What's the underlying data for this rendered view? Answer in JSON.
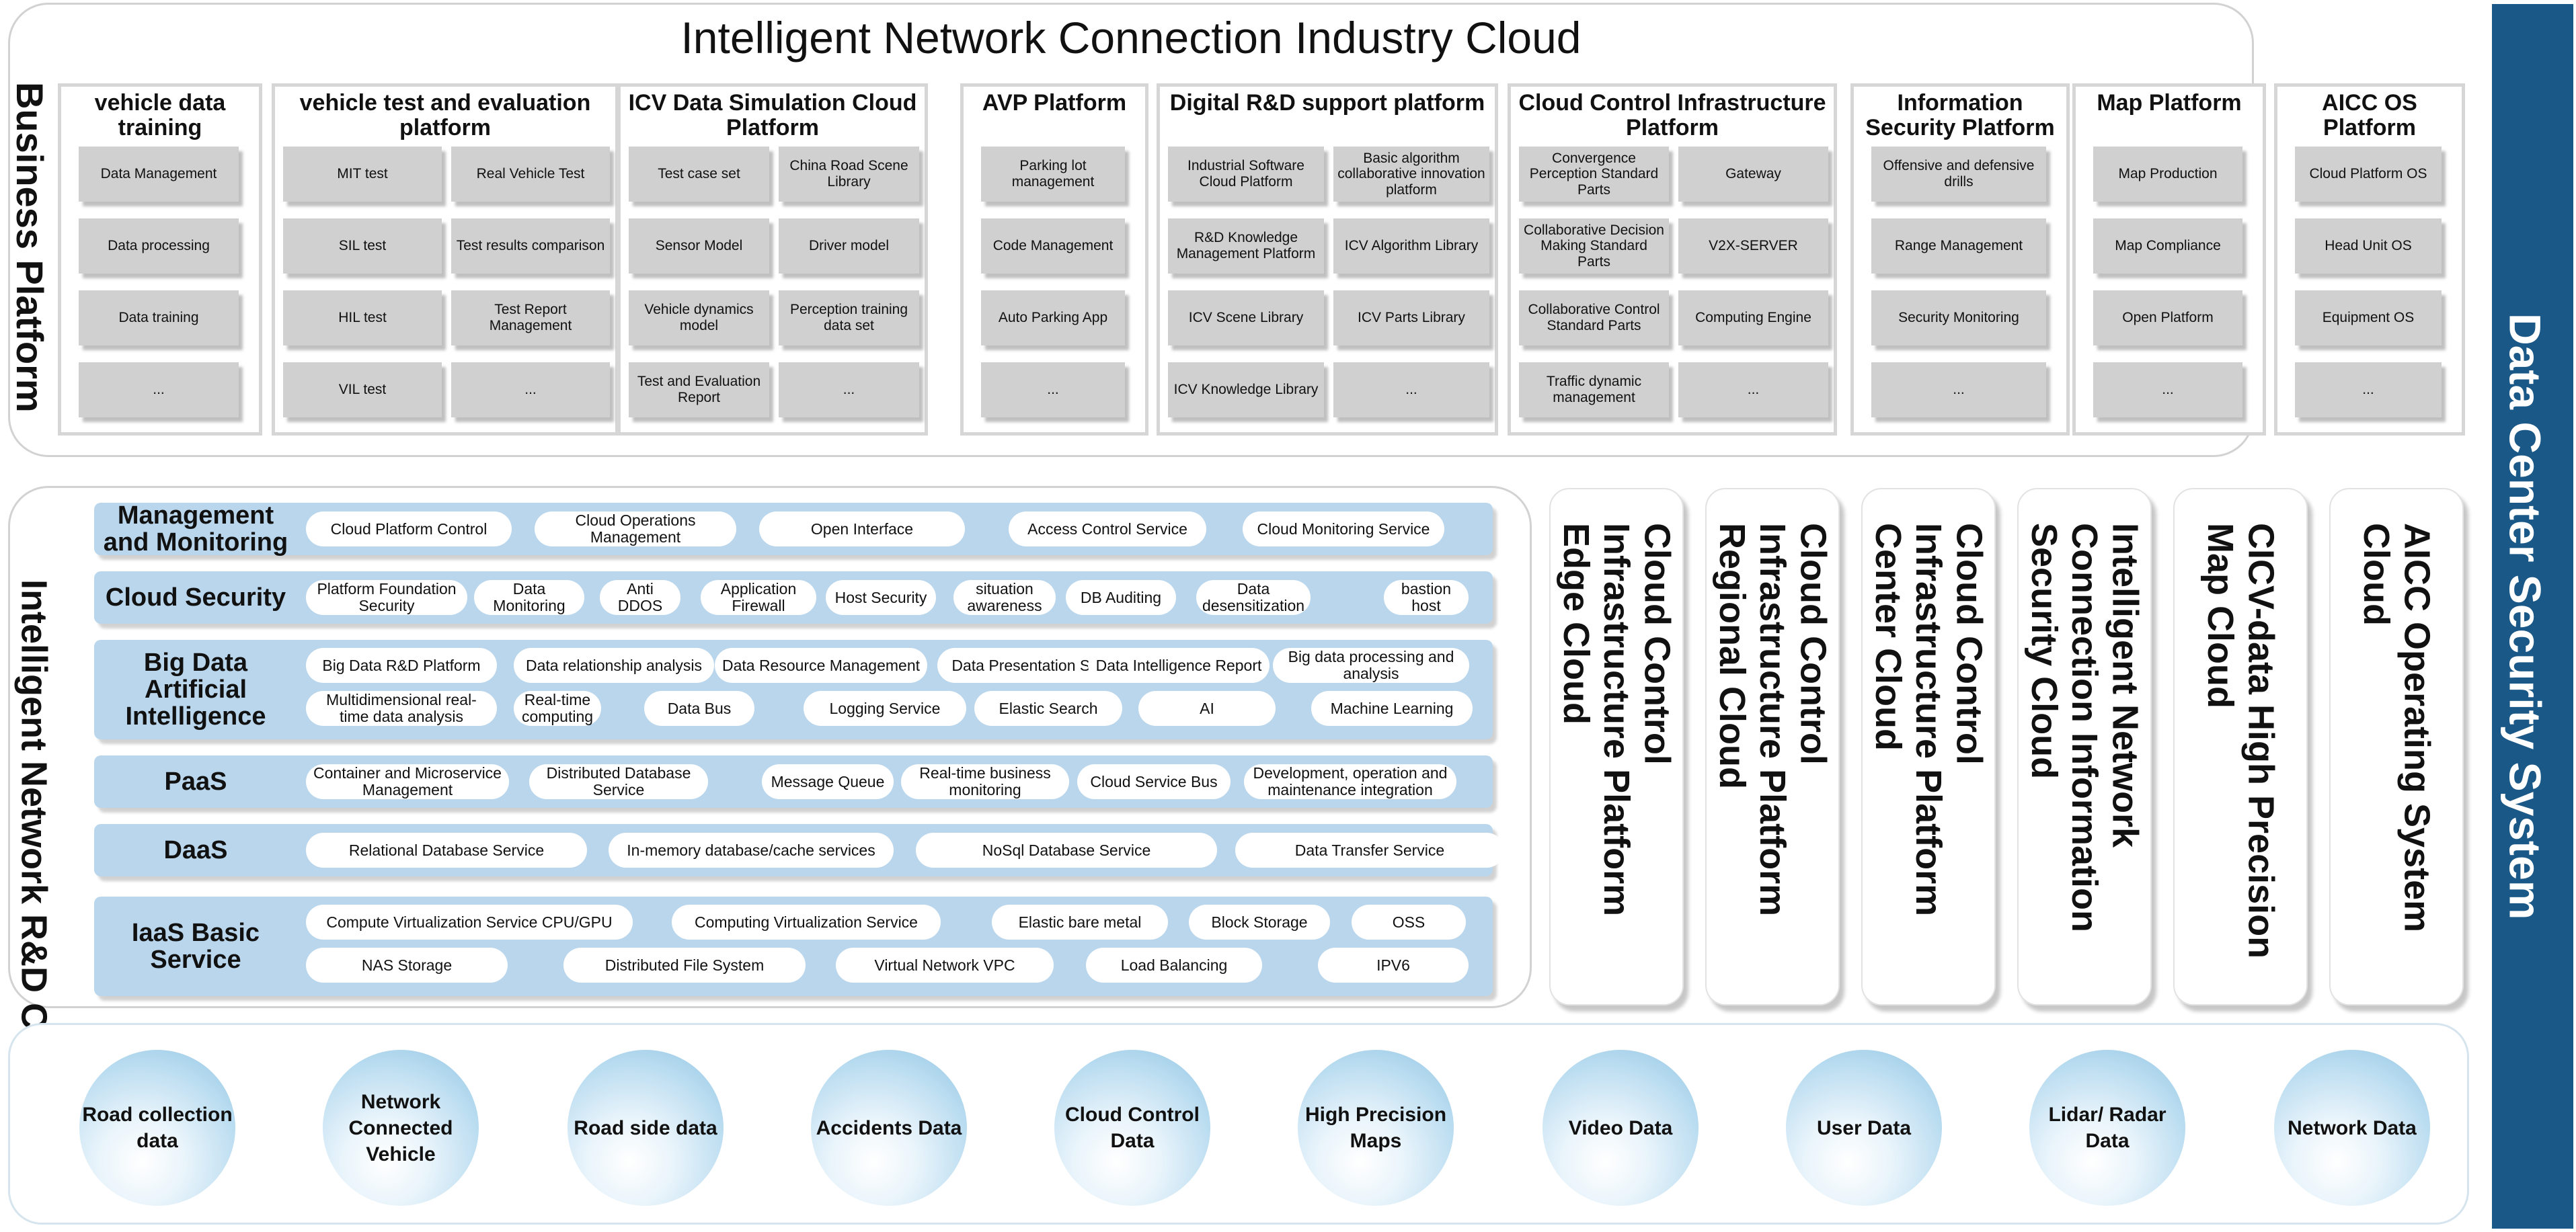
{
  "business_platform": {
    "title": "Intelligent Network Connection Industry Cloud",
    "side_label": "Business Platform",
    "columns": [
      {
        "title": "vehicle data training",
        "items": [
          "Data Management",
          "Data processing",
          "Data training",
          "..."
        ]
      },
      {
        "title": "vehicle test and evaluation platform",
        "items": [
          "MIT test",
          "Real Vehicle Test",
          "SIL test",
          "Test results comparison",
          "HIL test",
          "Test Report Management",
          "VIL test",
          "..."
        ]
      },
      {
        "title": "ICV Data Simulation Cloud Platform",
        "items": [
          "Test case set",
          "China Road Scene Library",
          "Sensor Model",
          "Driver model",
          "Vehicle dynamics model",
          "Perception training data set",
          "Test and Evaluation Report",
          "..."
        ]
      },
      {
        "title": "AVP Platform",
        "items": [
          "Parking lot management",
          "Code Management",
          "Auto Parking App",
          "..."
        ]
      },
      {
        "title": "Digital R&D support platform",
        "items": [
          "Industrial Software Cloud Platform",
          "Basic algorithm collaborative innovation platform",
          "R&D Knowledge Management Platform",
          "ICV Algorithm Library",
          "ICV Scene Library",
          "ICV Parts Library",
          "ICV Knowledge Library",
          "..."
        ]
      },
      {
        "title": "Cloud Control Infrastructure Platform",
        "items": [
          "Convergence Perception Standard Parts",
          "Gateway",
          "Collaborative Decision Making Standard Parts",
          "V2X-SERVER",
          "Collaborative Control Standard Parts",
          "Computing Engine",
          "Traffic dynamic management",
          "..."
        ]
      },
      {
        "title": "Information Security Platform",
        "items": [
          "Offensive and defensive drills",
          "Range Management",
          "Security Monitoring",
          "..."
        ]
      },
      {
        "title": "Map Platform",
        "items": [
          "Map Production",
          "Map Compliance",
          "Open Platform",
          "..."
        ]
      },
      {
        "title": "AICC OS Platform",
        "items": [
          "Cloud Platform OS",
          "Head Unit OS",
          "Equipment OS",
          "..."
        ]
      }
    ]
  },
  "rd_cloud": {
    "side_label": "Intelligent Network R&D Cloud",
    "bands": [
      {
        "label": "Management and Monitoring",
        "items": [
          "Cloud Platform Control",
          "Cloud Operations Management",
          "Open Interface",
          "Access Control Service",
          "Cloud Monitoring Service"
        ]
      },
      {
        "label": "Cloud Security",
        "items": [
          "Platform Foundation Security",
          "Data Monitoring",
          "Anti DDOS",
          "Application Firewall",
          "Host Security",
          "situation awareness",
          "DB Auditing",
          "Data desensitization",
          "bastion host"
        ]
      },
      {
        "label": "Big Data Artificial Intelligence",
        "items": [
          "Big Data R&D Platform",
          "Data relationship analysis",
          "Data Resource Management",
          "Data Presentation Service",
          "Data Intelligence Report",
          "Big data processing and analysis",
          "Multidimensional real-time data analysis",
          "Real-time computing",
          "Data Bus",
          "Logging Service",
          "Elastic Search",
          "AI",
          "Machine Learning"
        ]
      },
      {
        "label": "PaaS",
        "items": [
          "Container and Microservice Management",
          "Distributed Database Service",
          "Message Queue",
          "Real-time business monitoring",
          "Cloud Service Bus",
          "Development, operation and maintenance integration"
        ]
      },
      {
        "label": "DaaS",
        "items": [
          "Relational Database Service",
          "In-memory database/cache services",
          "NoSql Database Service",
          "Data Transfer Service"
        ]
      },
      {
        "label": "IaaS Basic Service",
        "items": [
          "Compute Virtualization Service CPU/GPU",
          "Computing Virtualization Service",
          "Elastic bare metal",
          "Block Storage",
          "OSS",
          "NAS Storage",
          "Distributed File System",
          "Virtual Network VPC",
          "Load Balancing",
          "IPV6"
        ]
      }
    ]
  },
  "clouds": [
    "Cloud Control Infrastructure Platform Edge Cloud",
    "Cloud Control Infrastructure Platform Regional Cloud",
    "Cloud Control Infrastructure Platform Center Cloud",
    "Intelligent Network Connection Information Security Cloud",
    "CICV-data High Precision Map Cloud",
    "AICC Operating System Cloud"
  ],
  "data_sources": [
    "Road collection data",
    "Network Connected Vehicle",
    "Road side data",
    "Accidents Data",
    "Cloud Control Data",
    "High Precision Maps",
    "Video Data",
    "User Data",
    "Lidar/ Radar Data",
    "Network Data"
  ],
  "security_system": "Data Center Security System"
}
